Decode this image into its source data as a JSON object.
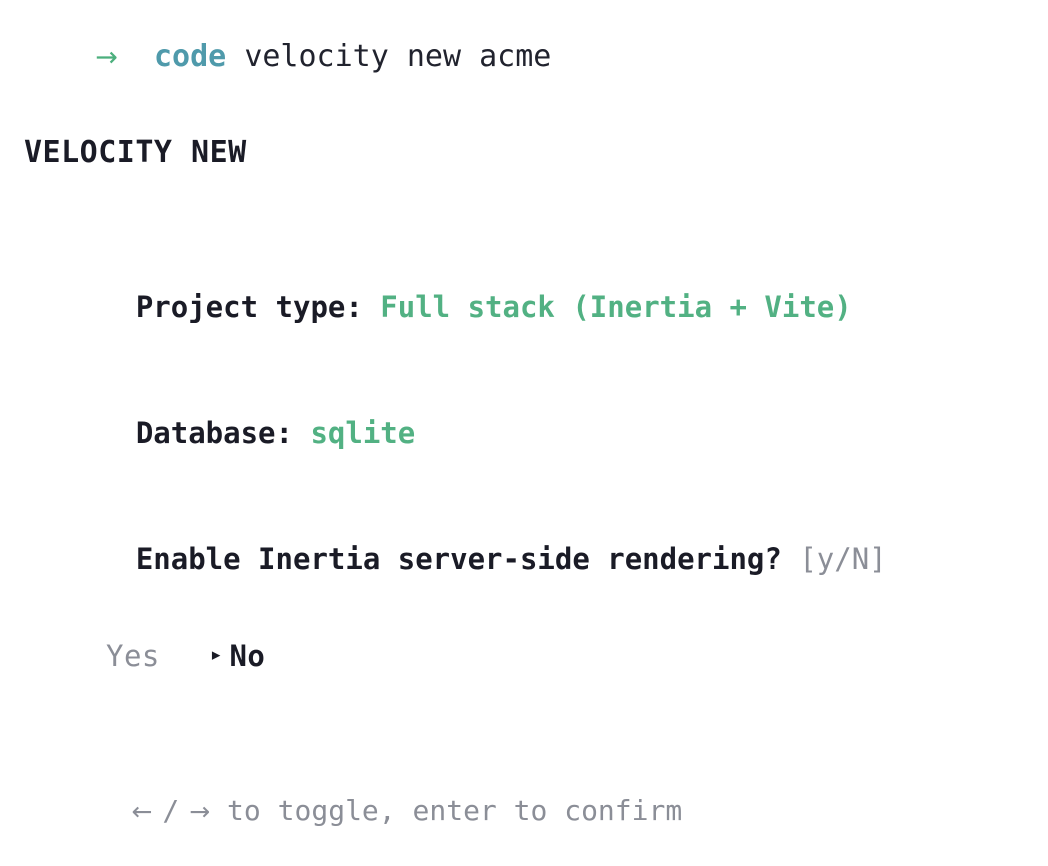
{
  "terminal": {
    "background": "#ffffff",
    "prompt": {
      "symbol": "→",
      "command": "code",
      "args": "velocity new acme",
      "symbol_color": "#4caf7d",
      "command_color": "#4f9aab",
      "args_color": "#21232e"
    },
    "title": "VELOCITY NEW",
    "title_color": "#1a1b26",
    "answered": [
      {
        "label": "Project type:",
        "value": "Full stack (Inertia + Vite)",
        "value_color": "#52b183"
      },
      {
        "label": "Database:",
        "value": "sqlite",
        "value_color": "#52b183"
      }
    ],
    "question": {
      "label": "Enable Inertia server-side rendering?",
      "hint": "[y/N]",
      "hint_color": "#8b8e97"
    },
    "toggle": {
      "marker": "▸",
      "options": [
        {
          "label": "Yes",
          "selected": false
        },
        {
          "label": "No",
          "selected": true
        }
      ],
      "selected_value": "No",
      "selected_color": "#1a1b26",
      "unselected_color": "#8b8e97"
    },
    "footer_hint": {
      "left_arrow": "←",
      "separator": "/",
      "right_arrow": "→",
      "text": " to toggle, enter to confirm",
      "full": "← / → to toggle, enter to confirm",
      "color": "#8b8e97"
    }
  }
}
